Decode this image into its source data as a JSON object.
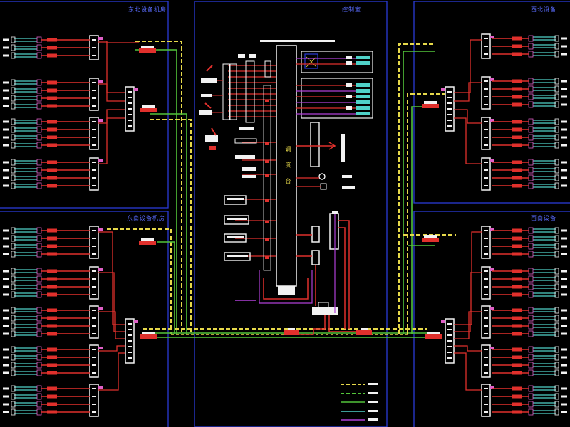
{
  "rooms": {
    "north_left": {
      "label": "东北设备机房"
    },
    "south_left": {
      "label": "东南设备机房"
    },
    "center": {
      "label": "控制室"
    },
    "north_right": {
      "label": "西北设备"
    },
    "south_right": {
      "label": "西南设备"
    }
  },
  "console": {
    "label": "调 度 台"
  },
  "colors": {
    "background": "#000000",
    "frame": "#2a3bd6",
    "cable_red": "#e0302c",
    "cable_cyan": "#4fd1c8",
    "cable_green": "#52c43a",
    "cable_yellow": "#e6d84a",
    "cable_purple": "#b040d8",
    "device_white": "#f2f2f2",
    "tag_pink": "#e060c8"
  }
}
